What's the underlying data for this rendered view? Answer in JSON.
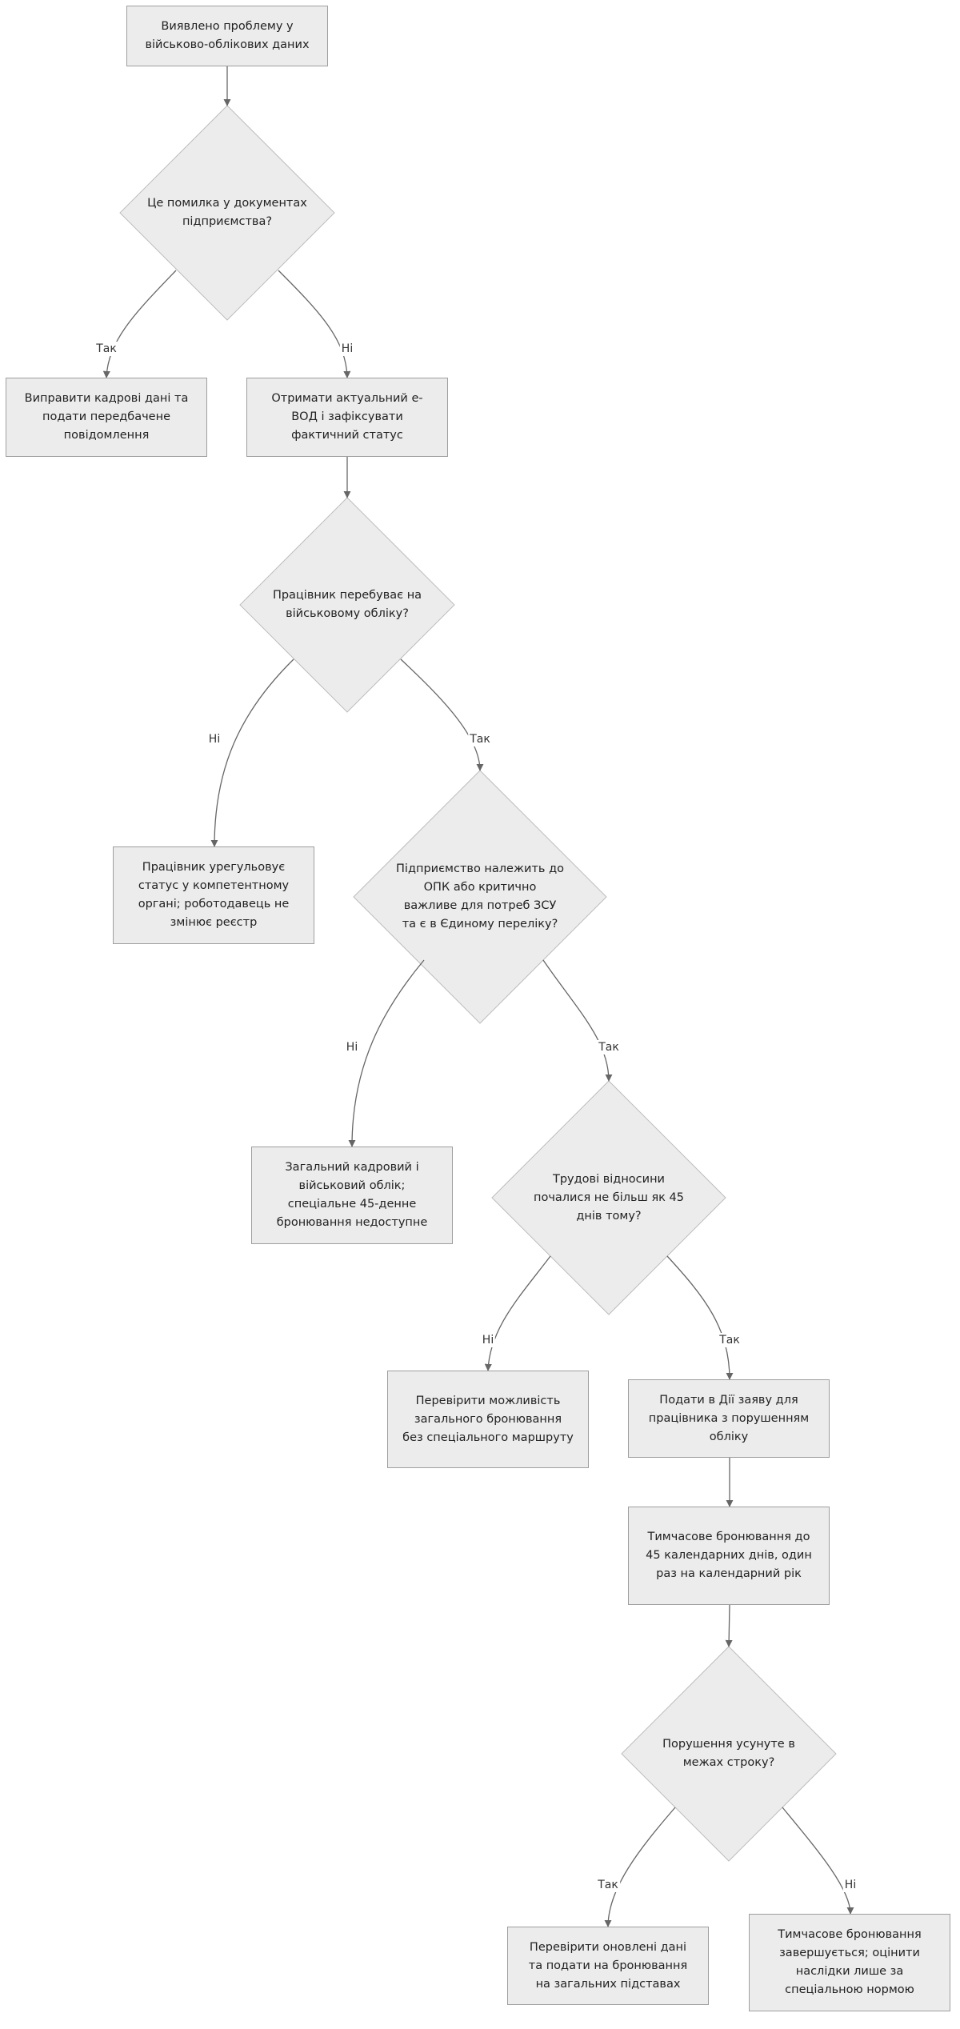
{
  "diagram": {
    "colors": {
      "node_fill": "#ececec",
      "node_border": "#9e9e9e",
      "edge": "#666666",
      "text": "#222222"
    },
    "nodes": {
      "start": "Виявлено проблему у військово-облікових даних",
      "q_company_docs": "Це помилка у документах підприємства?",
      "fix_hr": "Виправити кадрові дані та подати передбачене повідомлення",
      "get_evod": "Отримати актуальний е-ВОД і зафіксувати фактичний статус",
      "q_on_register": "Працівник перебуває на військовому обліку?",
      "employee_settles": "Працівник урегульовує статус у компетентному органі; роботодавець не змінює реєстр",
      "q_opk": "Підприємство належить до ОПК або критично важливе для потреб ЗСУ та є в Єдиному переліку?",
      "general_hr": "Загальний кадровий і військовий облік; спеціальне 45-денне бронювання недоступне",
      "q_45_days": "Трудові відносини почалися не більш як 45 днів тому?",
      "check_general": "Перевірити можливість загального бронювання без спеціального маршруту",
      "apply_diia": "Подати в Дії заяву для працівника з порушенням обліку",
      "temp_booking": "Тимчасове бронювання до 45 календарних днів, один раз на календарний рік",
      "q_fixed": "Порушення усунуте в межах строку?",
      "check_updated": "Перевірити оновлені дані та подати на бронювання на загальних підставах",
      "booking_ends": "Тимчасове бронювання завершується; оцінити наслідки лише за спеціальною нормою"
    },
    "edge_labels": {
      "yes": "Так",
      "no": "Ні"
    }
  }
}
